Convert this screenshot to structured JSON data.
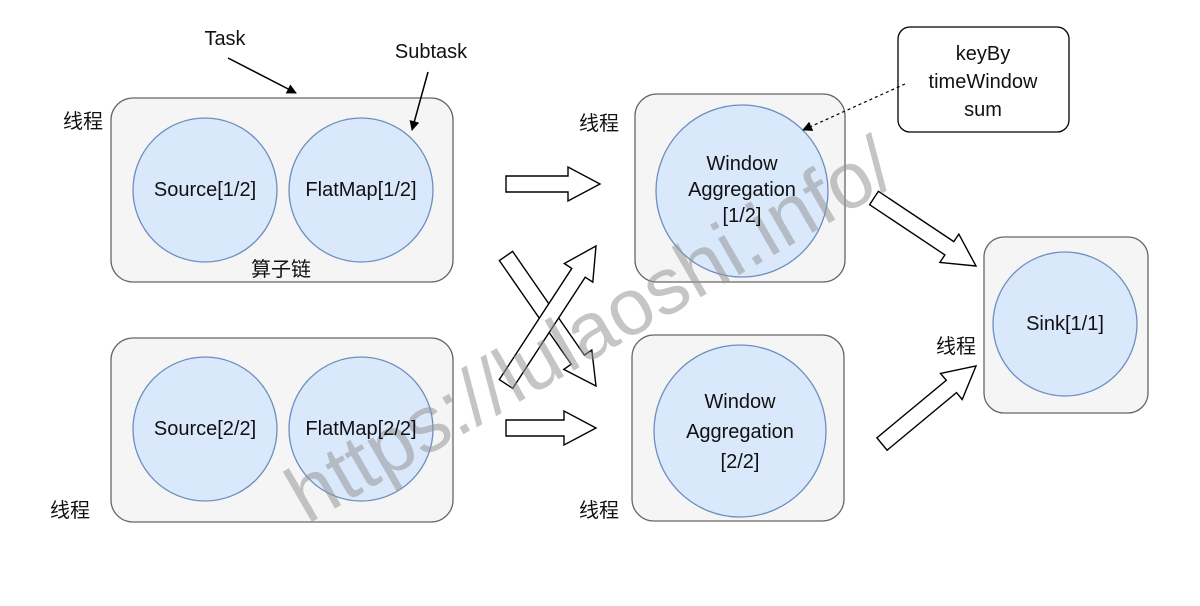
{
  "labels": {
    "task": "Task",
    "subtask": "Subtask",
    "operator_chain": "算子链",
    "thread_top_left": "线程",
    "thread_bottom_left": "线程",
    "thread_top_mid": "线程",
    "thread_bottom_mid": "线程",
    "thread_right": "线程"
  },
  "nodes": {
    "source1": "Source[1/2]",
    "flatmap1": "FlatMap[1/2]",
    "source2": "Source[2/2]",
    "flatmap2": "FlatMap[2/2]",
    "window1": [
      "Window",
      "Aggregation",
      "[1/2]"
    ],
    "window2": [
      "Window",
      "Aggregation",
      "[2/2]"
    ],
    "sink": "Sink[1/1]"
  },
  "note": [
    "keyBy",
    "timeWindow",
    "sum"
  ],
  "watermark": "https://lulaoshi.info/",
  "colors": {
    "box_fill": "#f5f5f5",
    "box_stroke": "#666666",
    "circle_fill": "#dae8fc",
    "circle_stroke": "#6c8ebf"
  }
}
